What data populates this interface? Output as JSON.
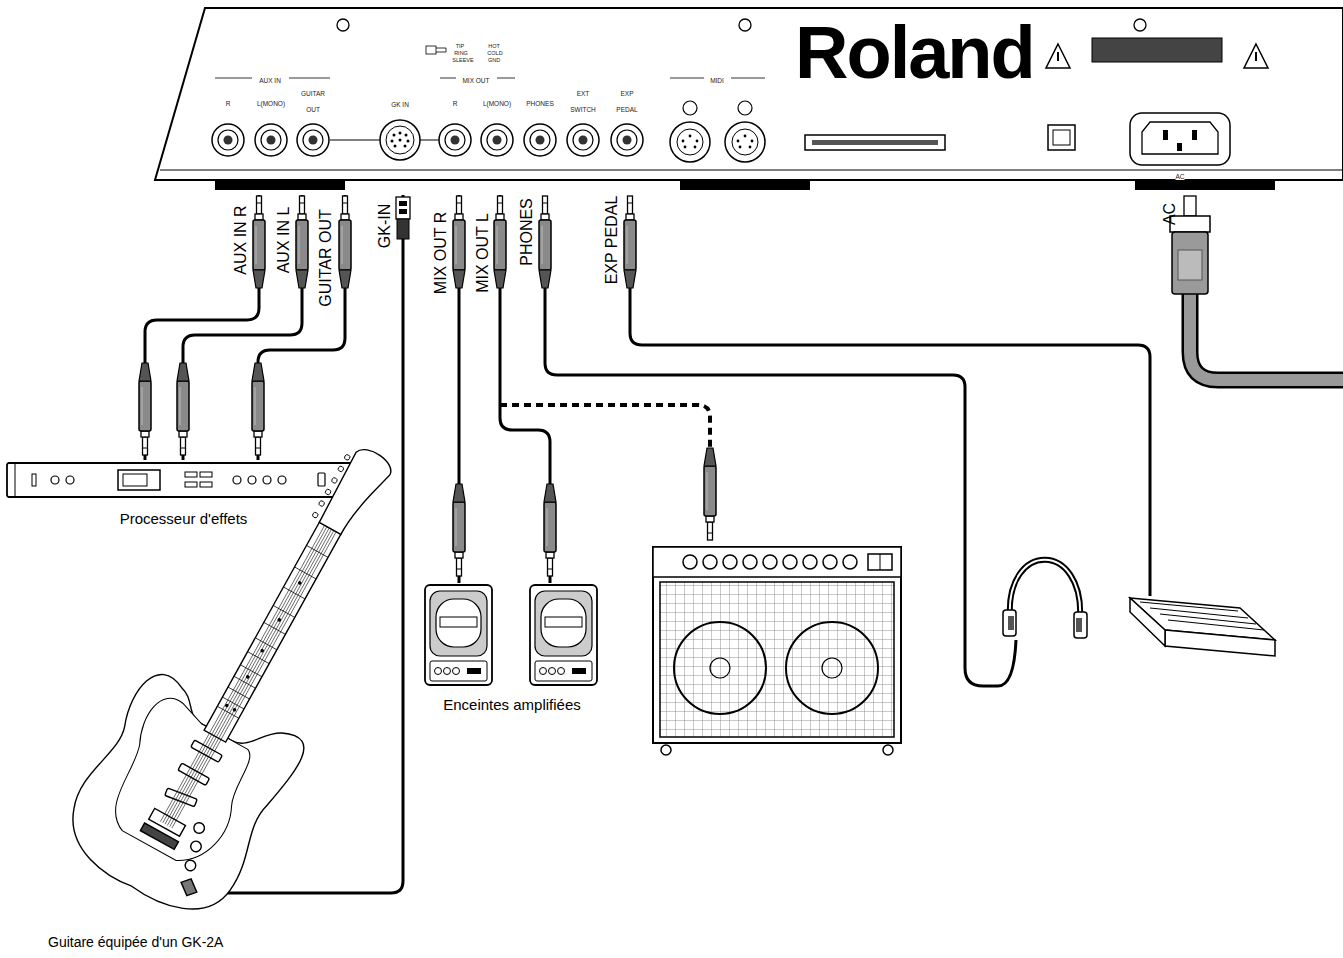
{
  "diagram": {
    "nodes": [
      {
        "text": [
          "Roland"
        ]
      },
      {
        "text": [
          "Processeur d'effets"
        ]
      },
      {
        "text": [
          "Enceintes amplifiées"
        ]
      },
      {
        "text": [
          "Guitare équipée d'un GK-2A"
        ]
      }
    ],
    "edges": [
      {
        "from": 0,
        "to": 1,
        "arrow": "none"
      },
      {
        "from": 0,
        "to": 1,
        "arrow": "none"
      },
      {
        "from": 0,
        "to": 1,
        "arrow": "none"
      },
      {
        "from": 0,
        "to": 3,
        "arrow": "none"
      },
      {
        "from": 0,
        "to": 2,
        "arrow": "none"
      },
      {
        "from": 0,
        "to": 2,
        "arrow": "none"
      }
    ],
    "labels": [
      "AUX IN",
      "R",
      "L(MONO)",
      "GUITAR OUT",
      "GK IN",
      "MIX OUT",
      "R",
      "L(MONO)",
      "PHONES",
      "EXT SWITCH",
      "EXP PEDAL",
      "MIDI",
      "TIP",
      "RING",
      "SLEEVE",
      "HOT",
      "COLD",
      "GND",
      "AC",
      "AUX IN R",
      "AUX IN L",
      "GUITAR OUT",
      "GK-IN",
      "MIX OUT R",
      "MIX OUT L",
      "PHONES",
      "EXP PEDAL",
      "AC"
    ]
  }
}
